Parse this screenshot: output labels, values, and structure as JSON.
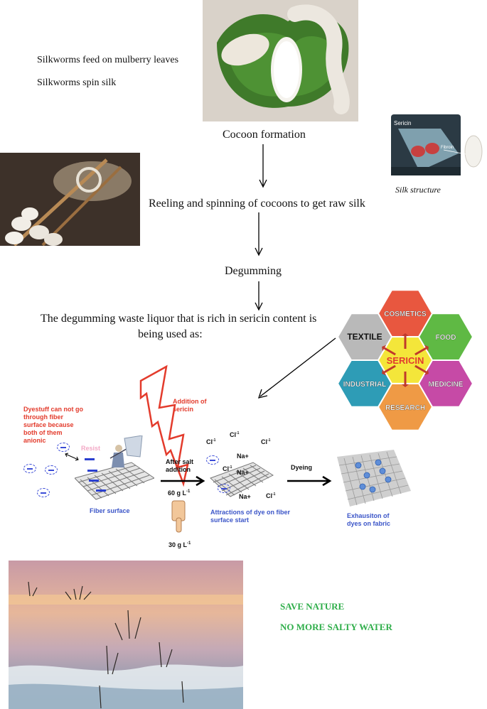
{
  "top": {
    "feed_text": "Silkworms feed on mulberry leaves",
    "spin_text": "Silkworms spin silk",
    "cocoon_formation": "Cocoon formation",
    "reeling": "Reeling and spinning of cocoons to get raw silk",
    "degumming": "Degumming",
    "waste_liquor_line1": "The degumming waste liquor that is rich in sericin content is",
    "waste_liquor_line2": "being used as:"
  },
  "silk_structure": {
    "caption": "Silk structure",
    "label_sericin": "Sericin",
    "label_fibroin": "Fibroin"
  },
  "sericin_uses": {
    "center": "SERICIN",
    "items": [
      "COSMETICS",
      "FOOD",
      "MEDICINE",
      "RESEARCH",
      "INDUSTRIAL",
      "TEXTILE"
    ],
    "colors": {
      "cosmetics": "#e8573f",
      "food": "#5fb944",
      "medicine": "#c64aa6",
      "research": "#ef9a45",
      "industrial": "#2e9cb6",
      "textile": "#b9b9b9",
      "center": "#f4e63a"
    }
  },
  "dyeing": {
    "dyestuff_note": "Dyestuff can not go through fiber surface because both of them anionic",
    "resist": "Resist",
    "addition_of_sericin": "Addition of sericin",
    "after_salt_addition": "After salt addition",
    "dose_60": "60 g L",
    "dose_30": "30 g L",
    "dose_exp": "-1",
    "fiber_surface": "Fiber surface",
    "attractions": "Attractions of dye on fiber surface start",
    "dyeing_label": "Dyeing",
    "exhaustion": "Exhausiton of dyes on fabric",
    "ion_cl": "Cl",
    "ion_cl_exp": "-1",
    "ion_na": "Na+"
  },
  "bottom": {
    "save_nature": "SAVE NATURE",
    "no_more_salty": "NO MORE SALTY WATER"
  }
}
